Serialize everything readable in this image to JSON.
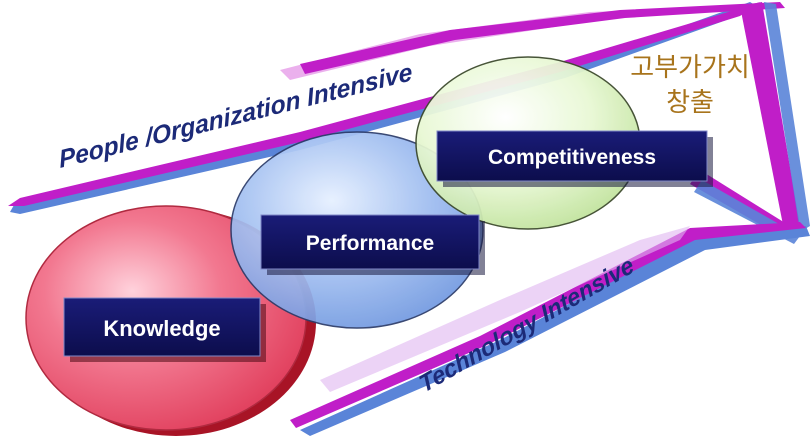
{
  "labels": {
    "people": "People /Organization Intensive",
    "technology": "Technology Intensive",
    "korean_line1": "고부가가치",
    "korean_line2": "창출"
  },
  "stages": {
    "knowledge": "Knowledge",
    "performance": "Performance",
    "competitiveness": "Competitiveness"
  },
  "colors": {
    "band_magenta": "#c01ec8",
    "band_blue": "#5a84d8",
    "box_navy": "#10125e",
    "knowledge_circle": "#f0506a",
    "performance_circle": "#8aaeea",
    "competitiveness_circle": "#d6f0b8",
    "text_navy": "#1c2a78",
    "korean_gold": "#a8741c"
  }
}
